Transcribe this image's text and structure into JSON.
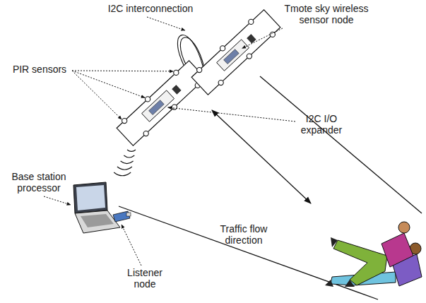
{
  "diagram": {
    "labels": [
      "I2C interconnection",
      "Tmote sky wireless sensor node",
      "PIR sensors",
      "I2C I/O expander",
      "Base station processor",
      "Traffic flow direction",
      "Listener node"
    ]
  }
}
